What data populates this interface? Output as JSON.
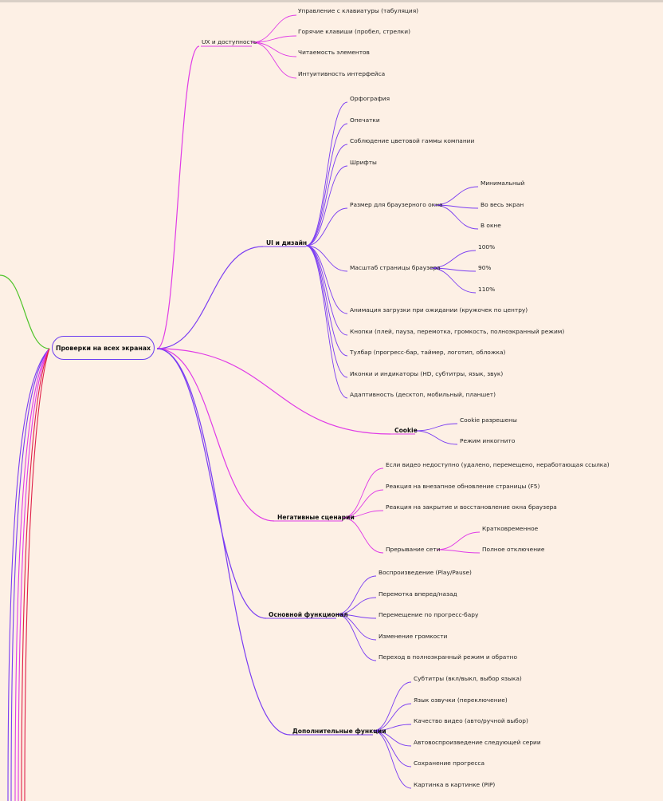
{
  "root": "Проверки на всех экранах",
  "colors": {
    "purple": "#7a3cf2",
    "magenta": "#e03be6",
    "green": "#4fc42a",
    "crimson": "#e0204a",
    "background": "#fdf0e5"
  },
  "branches": {
    "ux": {
      "label": "UX и доступность",
      "items": [
        "Управление с клавиатуры (табуляция)",
        "Горячие клавиши (пробел, стрелки)",
        "Читаемость элементов",
        "Интуитивность интерфейса"
      ]
    },
    "ui": {
      "label": "UI и дизайн",
      "items": [
        "Орфография",
        "Опечатки",
        "Соблюдение цветовой гаммы компании",
        "Шрифты",
        "Размер для браузерного окна",
        "Масштаб страницы браузера",
        "Анимация загрузки при ожидании (кружочек по центру)",
        "Кнопки (плей, пауза, перемотка, громкость, полноэкранный режим)",
        "Тулбар (прогресс-бар, таймер, логотип, обложка)",
        "Иконки и индикаторы (HD, субтитры, язык, звук)",
        "Адаптивность (десктоп, мобильный, планшет)"
      ],
      "window_sizes": [
        "Минимальный",
        "Во весь экран",
        "В окне"
      ],
      "zoom_levels": [
        "100%",
        "90%",
        "110%"
      ]
    },
    "cookie": {
      "label": "Cookie",
      "items": [
        "Cookie разрешены",
        "Режим инкогнито"
      ]
    },
    "negative": {
      "label": "Негативные сценарии",
      "items": [
        "Если видео недоступно (удалено, перемещено, неработающая ссылка)",
        "Реакция на внезапное обновление страницы (F5)",
        "Реакция на закрытие и восстановление окна браузера",
        "Прерывание сети"
      ],
      "network": [
        "Кратковременное",
        "Полное отключение"
      ]
    },
    "main": {
      "label": "Основной функционал",
      "items": [
        "Воспроизведение (Play/Pause)",
        "Перемотка вперед/назад",
        "Перемещение по прогресс-бару",
        "Изменение громкости",
        "Переход в полноэкранный режим и обратно"
      ]
    },
    "extra": {
      "label": "Дополнительные функции",
      "items": [
        "Субтитры (вкл/выкл, выбор языка)",
        "Язык озвучки (переключение)",
        "Качество видео (авто/ручной выбор)",
        "Автовоспроизведение следующей серии",
        "Сохранение прогресса",
        "Картинка в картинке (PIP)"
      ]
    }
  }
}
